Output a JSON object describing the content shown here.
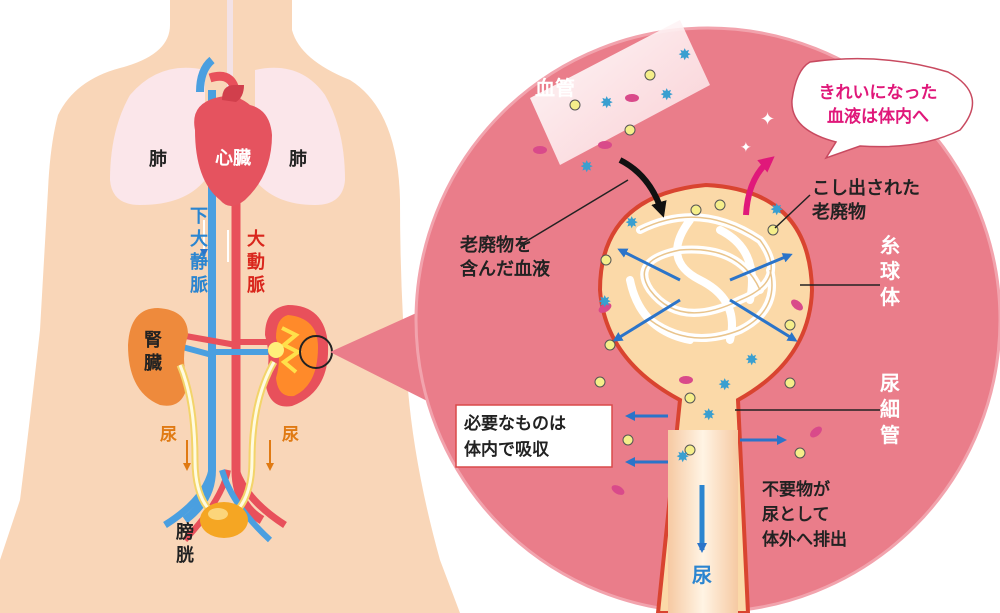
{
  "labels": {
    "lung_left": "肺",
    "lung_right": "肺",
    "heart": "心臓",
    "vena_cava": [
      "下",
      "大",
      "静",
      "脈"
    ],
    "aorta": [
      "大",
      "動",
      "脈"
    ],
    "kidney": [
      "腎",
      "臓"
    ],
    "urine_left": "尿",
    "urine_right": "尿",
    "bladder": [
      "膀",
      "胱"
    ],
    "blood_vessel": "血管",
    "waste_blood": [
      "老廃物を",
      "含んだ血液"
    ],
    "clean_blood": [
      "きれいになった",
      "血液は体内へ"
    ],
    "filtered_waste": [
      "こし出された",
      "老廃物"
    ],
    "glomerulus": [
      "糸",
      "球",
      "体"
    ],
    "tubule": [
      "尿",
      "細",
      "管"
    ],
    "reabsorb": [
      "必要なものは",
      "体内で吸収"
    ],
    "excrete": [
      "不要物が",
      "尿として",
      "体外へ排出"
    ],
    "urine_bottom": "尿"
  },
  "colors": {
    "skin": "#f9d6b8",
    "lung": "#fbe6ea",
    "heart": "#e5535f",
    "vein": "#4a9fe0",
    "artery": "#e8505b",
    "kidney": "#ee8a3c",
    "ureter": "#f5e7a0",
    "bladder": "#f5a623",
    "zoom_circle": "#ea7d8a",
    "glomerulus_fill": "#fbd9a8",
    "label_red": "#d9261c",
    "label_blue": "#2b85d0",
    "label_orange": "#e07a13",
    "callout_magenta": "#e0187a"
  }
}
